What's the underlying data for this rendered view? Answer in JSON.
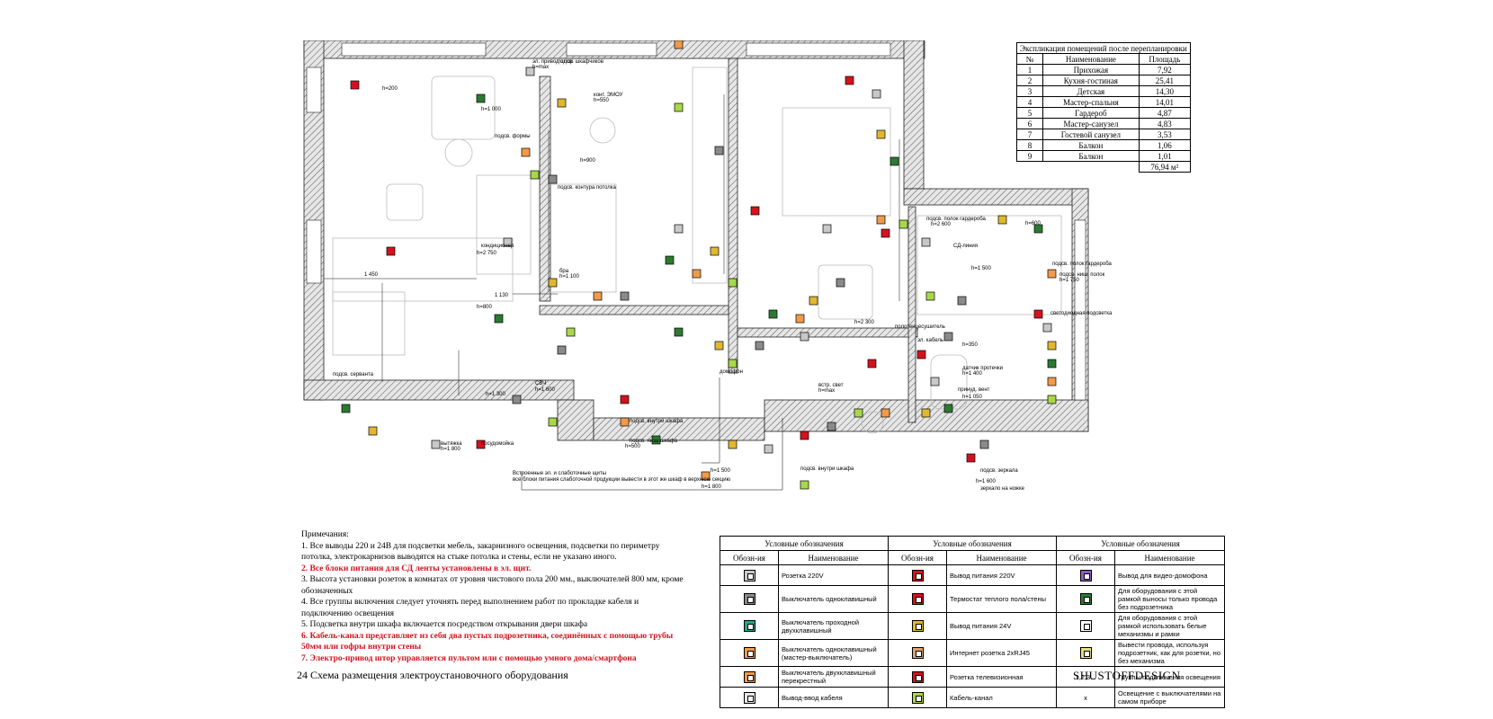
{
  "explication": {
    "title": "Экспликация помещений после перепланировки",
    "headers": [
      "№",
      "Наименование",
      "Площадь"
    ],
    "rows": [
      [
        "1",
        "Прихожая",
        "7,92"
      ],
      [
        "2",
        "Кухня-гостиная",
        "25,41"
      ],
      [
        "3",
        "Детская",
        "14,30"
      ],
      [
        "4",
        "Мастер-спальня",
        "14,01"
      ],
      [
        "5",
        "Гардероб",
        "4,87"
      ],
      [
        "6",
        "Мастер-санузел",
        "4,83"
      ],
      [
        "7",
        "Гостевой санузел",
        "3,53"
      ],
      [
        "8",
        "Балкон",
        "1,06"
      ],
      [
        "9",
        "Балкон",
        "1,01"
      ]
    ],
    "total": "76,94 м²"
  },
  "notes": {
    "title": "Примечания:",
    "items": [
      {
        "text": "1. Все выводы 220 и 24В для подсветки мебель, закарнизного освещения, подсветки по периметру потолка, электрокарнизов выводятся на стыке потолка и стены, если не указано иного.",
        "red": false
      },
      {
        "text": "2. Все блоки питания для СД ленты установлены в эл. щит.",
        "red": true
      },
      {
        "text": "3. Высота установки розеток в комнатах от уровня чистового пола 200 мм., выключателей 800 мм, кроме обозначенных",
        "red": false
      },
      {
        "text": "4. Все группы включения следует уточнять перед выполнением работ по прокладке кабеля и подключению освещения",
        "red": false
      },
      {
        "text": "5. Подсветка внутри шкафа включается посредством открывания двери шкафа",
        "red": false
      },
      {
        "text": "6. Кабель-канал представляет из себя два пустых подрозетника, соединённых с помощью трубы 50мм или гофры внутри стены",
        "red": true
      },
      {
        "text": "7. Электро-привод штор управляется пультом или с помощью умного дома/смартфона",
        "red": true
      }
    ]
  },
  "legend": {
    "group_title": "Условные обозначения",
    "col_symbol": "Обозн-ия",
    "col_name": "Наименование",
    "rows": [
      [
        {
          "icon": "socket-220v-icon",
          "color": "#c8c8c8",
          "name": "Розетка 220V"
        },
        {
          "icon": "power-outlet-220v-icon",
          "color": "#d4121e",
          "name": "Вывод питания 220V"
        },
        {
          "icon": "video-intercom-icon",
          "color": "#8a5cc4",
          "name": "Вывод для видео-домофона"
        }
      ],
      [
        {
          "icon": "single-switch-icon",
          "color": "#8a8a8a",
          "name": "Выключатель одноклавишный"
        },
        {
          "icon": "floor-thermostat-icon",
          "color": "#d4121e",
          "name": "Термостат теплого пола/стены"
        },
        {
          "icon": "frame-socket-icon",
          "color": "#2c7a32",
          "name": "Для оборудования с этой рамкой выносы только провода без подрозетника"
        }
      ],
      [
        {
          "icon": "pass-through-double-switch-icon",
          "color": "#2aa58a",
          "name": "Выключатель проходной двухклавишный"
        },
        {
          "icon": "power-outlet-24v-icon",
          "color": "#e0b830",
          "name": "Вывод питания 24V"
        },
        {
          "icon": "frame-mechanism-icon",
          "color": "#ffffff",
          "name": "Для оборудования с этой рамкой использовать белые механизмы и рамки"
        }
      ],
      [
        {
          "icon": "single-switch-master-icon",
          "color": "#f09a4a",
          "name": "Выключатель одноклавишный (мастер-выключатель)"
        },
        {
          "icon": "internet-socket-icon",
          "color": "#e0a070",
          "name": "Интернет розетка 2хRJ45"
        },
        {
          "icon": "wire-outlet-icon",
          "color": "#e6e080",
          "name": "Вывести провода, используя подрозетник, как для розетки, но без механизма"
        }
      ],
      [
        {
          "icon": "double-switch-cross-icon",
          "color": "#f09a4a",
          "name": "Выключатель двухклавишный перекрестный"
        },
        {
          "icon": "tv-socket-icon",
          "color": "#d4121e",
          "name": "Розетка телевизионная"
        },
        {
          "icon": "lighting-group-icon",
          "color": "",
          "name": "Группы подключения освещения",
          "sym_text": "1,2,3..."
        }
      ],
      [
        {
          "icon": "cable-input-icon",
          "color": "#e6e6e6",
          "name": "Вывод-ввод кабеля"
        },
        {
          "icon": "cable-channel-icon",
          "color": "#a8d84a",
          "name": "Кабель-канал"
        },
        {
          "icon": "switch-link-icon",
          "color": "",
          "name": "Освещение с выключателями на самом приборе",
          "sym_text": "х"
        }
      ]
    ]
  },
  "footer": {
    "page_title": "24  Схема размещения электроустановочного оборудования",
    "brand": "SHUSTOFFDESIGN"
  },
  "plan": {
    "labels": [
      {
        "t": "h=200"
      },
      {
        "t": "эл. привод штор"
      },
      {
        "t": "h=max"
      },
      {
        "t": "подсв. шкафчиков"
      },
      {
        "t": "конт. ЭМОУ"
      },
      {
        "t": "h=550"
      },
      {
        "t": "h=1 000"
      },
      {
        "t": "подсв. формы"
      },
      {
        "t": "h=900"
      },
      {
        "t": "подсв. контура потолка"
      },
      {
        "t": "h=2 750"
      },
      {
        "t": "кондиционер"
      },
      {
        "t": "1 450"
      },
      {
        "t": "бра"
      },
      {
        "t": "h=1 100"
      },
      {
        "t": "h=800"
      },
      {
        "t": "1 130"
      },
      {
        "t": "h=1 300"
      },
      {
        "t": "СВЧ"
      },
      {
        "t": "h=1 600"
      },
      {
        "t": "подсв. серванта"
      },
      {
        "t": "вытяжка"
      },
      {
        "t": "h=1 800"
      },
      {
        "t": "посудомойка"
      },
      {
        "t": "подсв. внутри шкафа"
      },
      {
        "t": "подсв. низа шкафа"
      },
      {
        "t": "h=500"
      },
      {
        "t": "Встроенные эл. и слаботочные щиты"
      },
      {
        "t": "все блоки питания слаботочной продукции вывести в этот же шкаф в верхнюю секцию"
      },
      {
        "t": "h=1 800"
      },
      {
        "t": "домофон"
      },
      {
        "t": "h=1 500"
      },
      {
        "t": "подсв. полок гардероба"
      },
      {
        "t": "h=2 600"
      },
      {
        "t": "СД-линия"
      },
      {
        "t": "h=1 500"
      },
      {
        "t": "h=2 300"
      },
      {
        "t": "подсв. внутри шкафа"
      },
      {
        "t": "подсв. зеркала"
      },
      {
        "t": "h=1 600"
      },
      {
        "t": "зеркало на ножке"
      },
      {
        "t": "светодиодная подсветка"
      },
      {
        "t": "датчик протечки"
      },
      {
        "t": "h=1 400"
      },
      {
        "t": "принуд. вент"
      },
      {
        "t": "h=1 050"
      },
      {
        "t": "h=350"
      },
      {
        "t": "полотенцесушитель"
      },
      {
        "t": "эл. кабель"
      },
      {
        "t": "h=600"
      },
      {
        "t": "подсв. полок гардероба"
      },
      {
        "t": "подсв. ниш, полок"
      },
      {
        "t": "h=1 750"
      },
      {
        "t": "встр. свет"
      },
      {
        "t": "h=max"
      }
    ]
  }
}
